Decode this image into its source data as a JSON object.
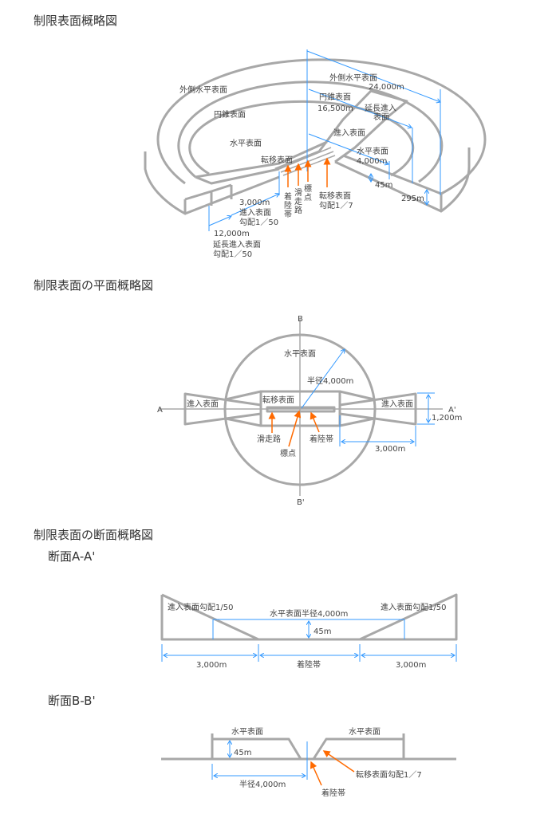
{
  "headings": {
    "overview": "制限表面概略図",
    "plan": "制限表面の平面概略図",
    "section": "制限表面の断面概略図",
    "section_aa": "断面A-A'",
    "section_bb": "断面B-B'"
  },
  "colors": {
    "surface": "#a8a8a8",
    "dimension": "#3399ff",
    "pointer": "#ff6a00"
  },
  "overview": {
    "outer_horizontal_left": "外側水平表面",
    "outer_horizontal_right": "外側水平表面",
    "outer_radius": "24,000m",
    "conical_left": "円錐表面",
    "conical_right": "円錐表面",
    "conical_radius": "16,500m",
    "extended_approach_1": "延長進入",
    "extended_approach_2": "表面",
    "horizontal_left": "水平表面",
    "approach": "進入表面",
    "horizontal_right": "水平表面",
    "horizontal_radius": "4,000m",
    "height_45": "45m",
    "height_295": "295m",
    "transitional": "転移表面",
    "approach_length": "3,000m",
    "approach_label": "進入表面",
    "approach_slope": "勾配1／50",
    "ext_length": "12,000m",
    "ext_label": "延長進入表面",
    "ext_slope": "勾配1／50",
    "landing_strip": [
      "着",
      "陸",
      "帯"
    ],
    "runway": [
      "滑",
      "走",
      "路"
    ],
    "reference_point": [
      "標",
      "点"
    ],
    "transitional_label": "転移表面",
    "transitional_slope": "勾配1／7"
  },
  "plan": {
    "B": "B",
    "B_prime": "B'",
    "A": "A",
    "A_prime": "A'",
    "horizontal": "水平表面",
    "radius": "半径4,000m",
    "transitional": "転移表面",
    "approach_left": "進入表面",
    "approach_right": "進入表面",
    "width": "1,200m",
    "length": "3,000m",
    "runway": "滑走路",
    "reference_point": "標点",
    "landing_strip": "着陸帯"
  },
  "section_aa": {
    "approach_left": "進入表面勾配1/50",
    "approach_right": "進入表面勾配1/50",
    "horizontal": "水平表面半径4,000m",
    "height": "45m",
    "left_length": "3,000m",
    "landing_strip": "着陸帯",
    "right_length": "3,000m"
  },
  "section_bb": {
    "horizontal_left": "水平表面",
    "horizontal_right": "水平表面",
    "height": "45m",
    "radius": "半径4,000m",
    "transitional": "転移表面勾配1／7",
    "landing_strip": "着陸帯"
  }
}
